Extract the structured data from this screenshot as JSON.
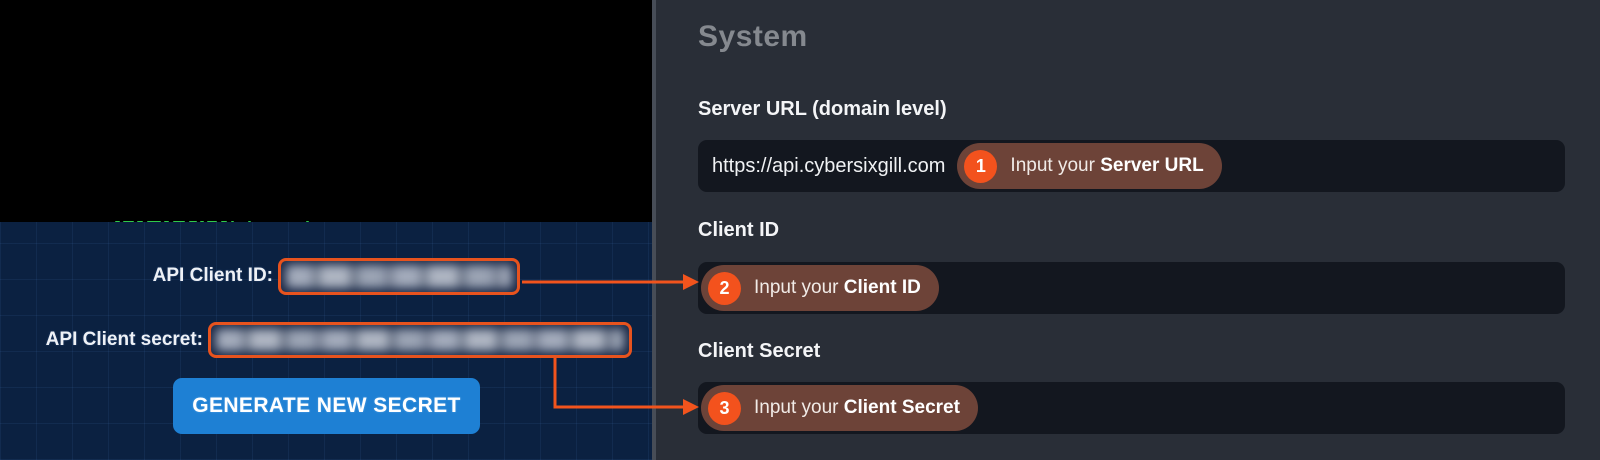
{
  "left_panel": {
    "id_label": "API Client ID:",
    "secret_label": "API Client secret:",
    "generate_button": "GENERATE NEW SECRET"
  },
  "right_panel": {
    "heading": "System",
    "fields": [
      {
        "label": "Server URL (domain level)",
        "value": "https://api.cybersixgill.com",
        "badge": "1",
        "hint_prefix": "Input your ",
        "hint_bold": "Server URL"
      },
      {
        "label": "Client ID",
        "badge": "2",
        "hint_prefix": "Input your ",
        "hint_bold": "Client ID"
      },
      {
        "label": "Client Secret",
        "badge": "3",
        "hint_prefix": "Input your ",
        "hint_bold": "Client Secret"
      }
    ]
  },
  "colors": {
    "accent_orange": "#f2541d",
    "annotation_pill_brown": "#6d4338",
    "button_blue": "#1e80d4",
    "panel_background": "#292e37",
    "input_background": "#13171f",
    "portal_navy": "#0b2141"
  }
}
